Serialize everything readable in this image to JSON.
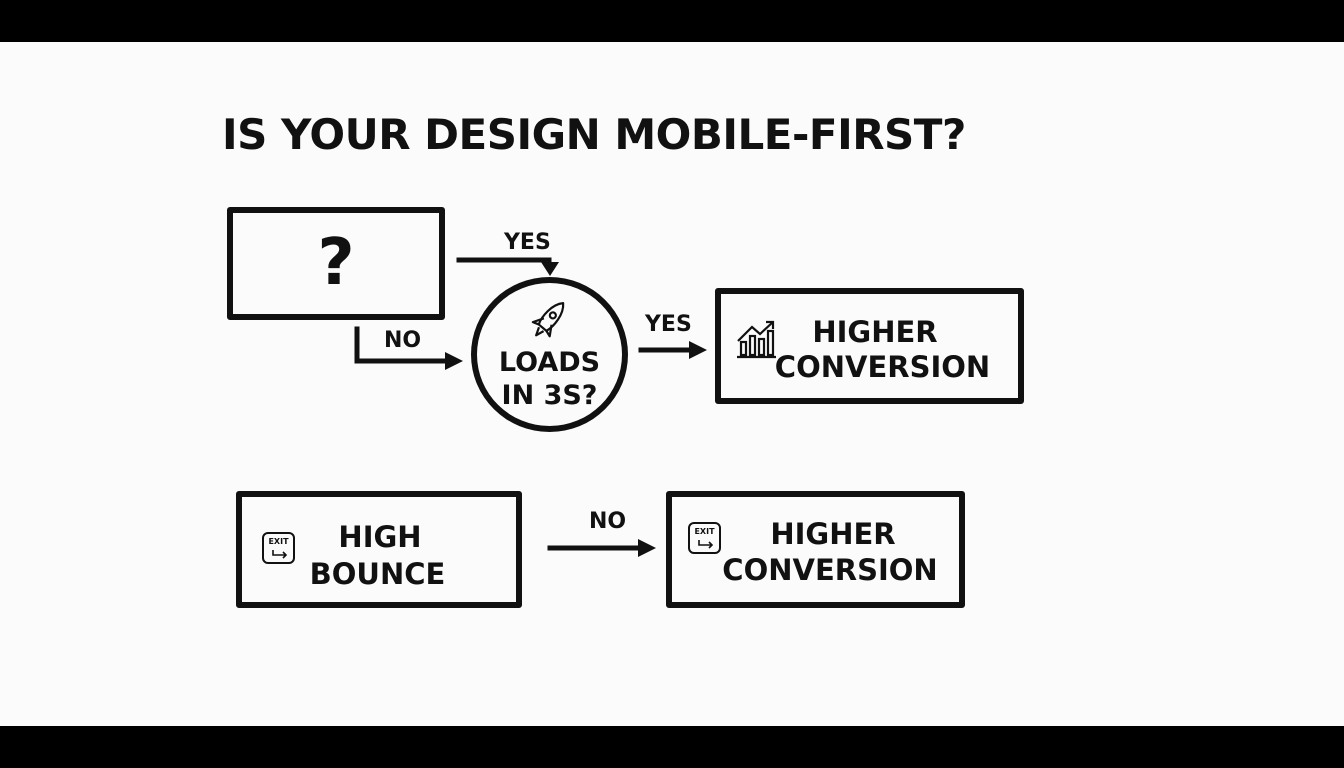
{
  "title": "IS YOUR DESIGN MOBILE-FIRST?",
  "question_box": {
    "symbol": "?"
  },
  "decision": {
    "line1": "LOADS",
    "line2": "IN 3S?"
  },
  "edges": {
    "yes_top": "YES",
    "no_left": "NO",
    "yes_right": "YES",
    "no_bottom": "NO"
  },
  "result_top": {
    "line1": "HIGHER",
    "line2": "CONVERSION",
    "icon": "growth-chart-icon"
  },
  "result_bottom_left": {
    "line1": "HIGH",
    "line2": "BOUNCE",
    "icon": "exit-icon",
    "icon_text": "EXIT"
  },
  "result_bottom_right": {
    "line1": "HIGHER",
    "line2": "CONVERSION",
    "icon": "exit-icon",
    "icon_text": "EXIT"
  },
  "colors": {
    "ink": "#111111",
    "background": "#fbfbfb",
    "letterbox": "#000000"
  }
}
